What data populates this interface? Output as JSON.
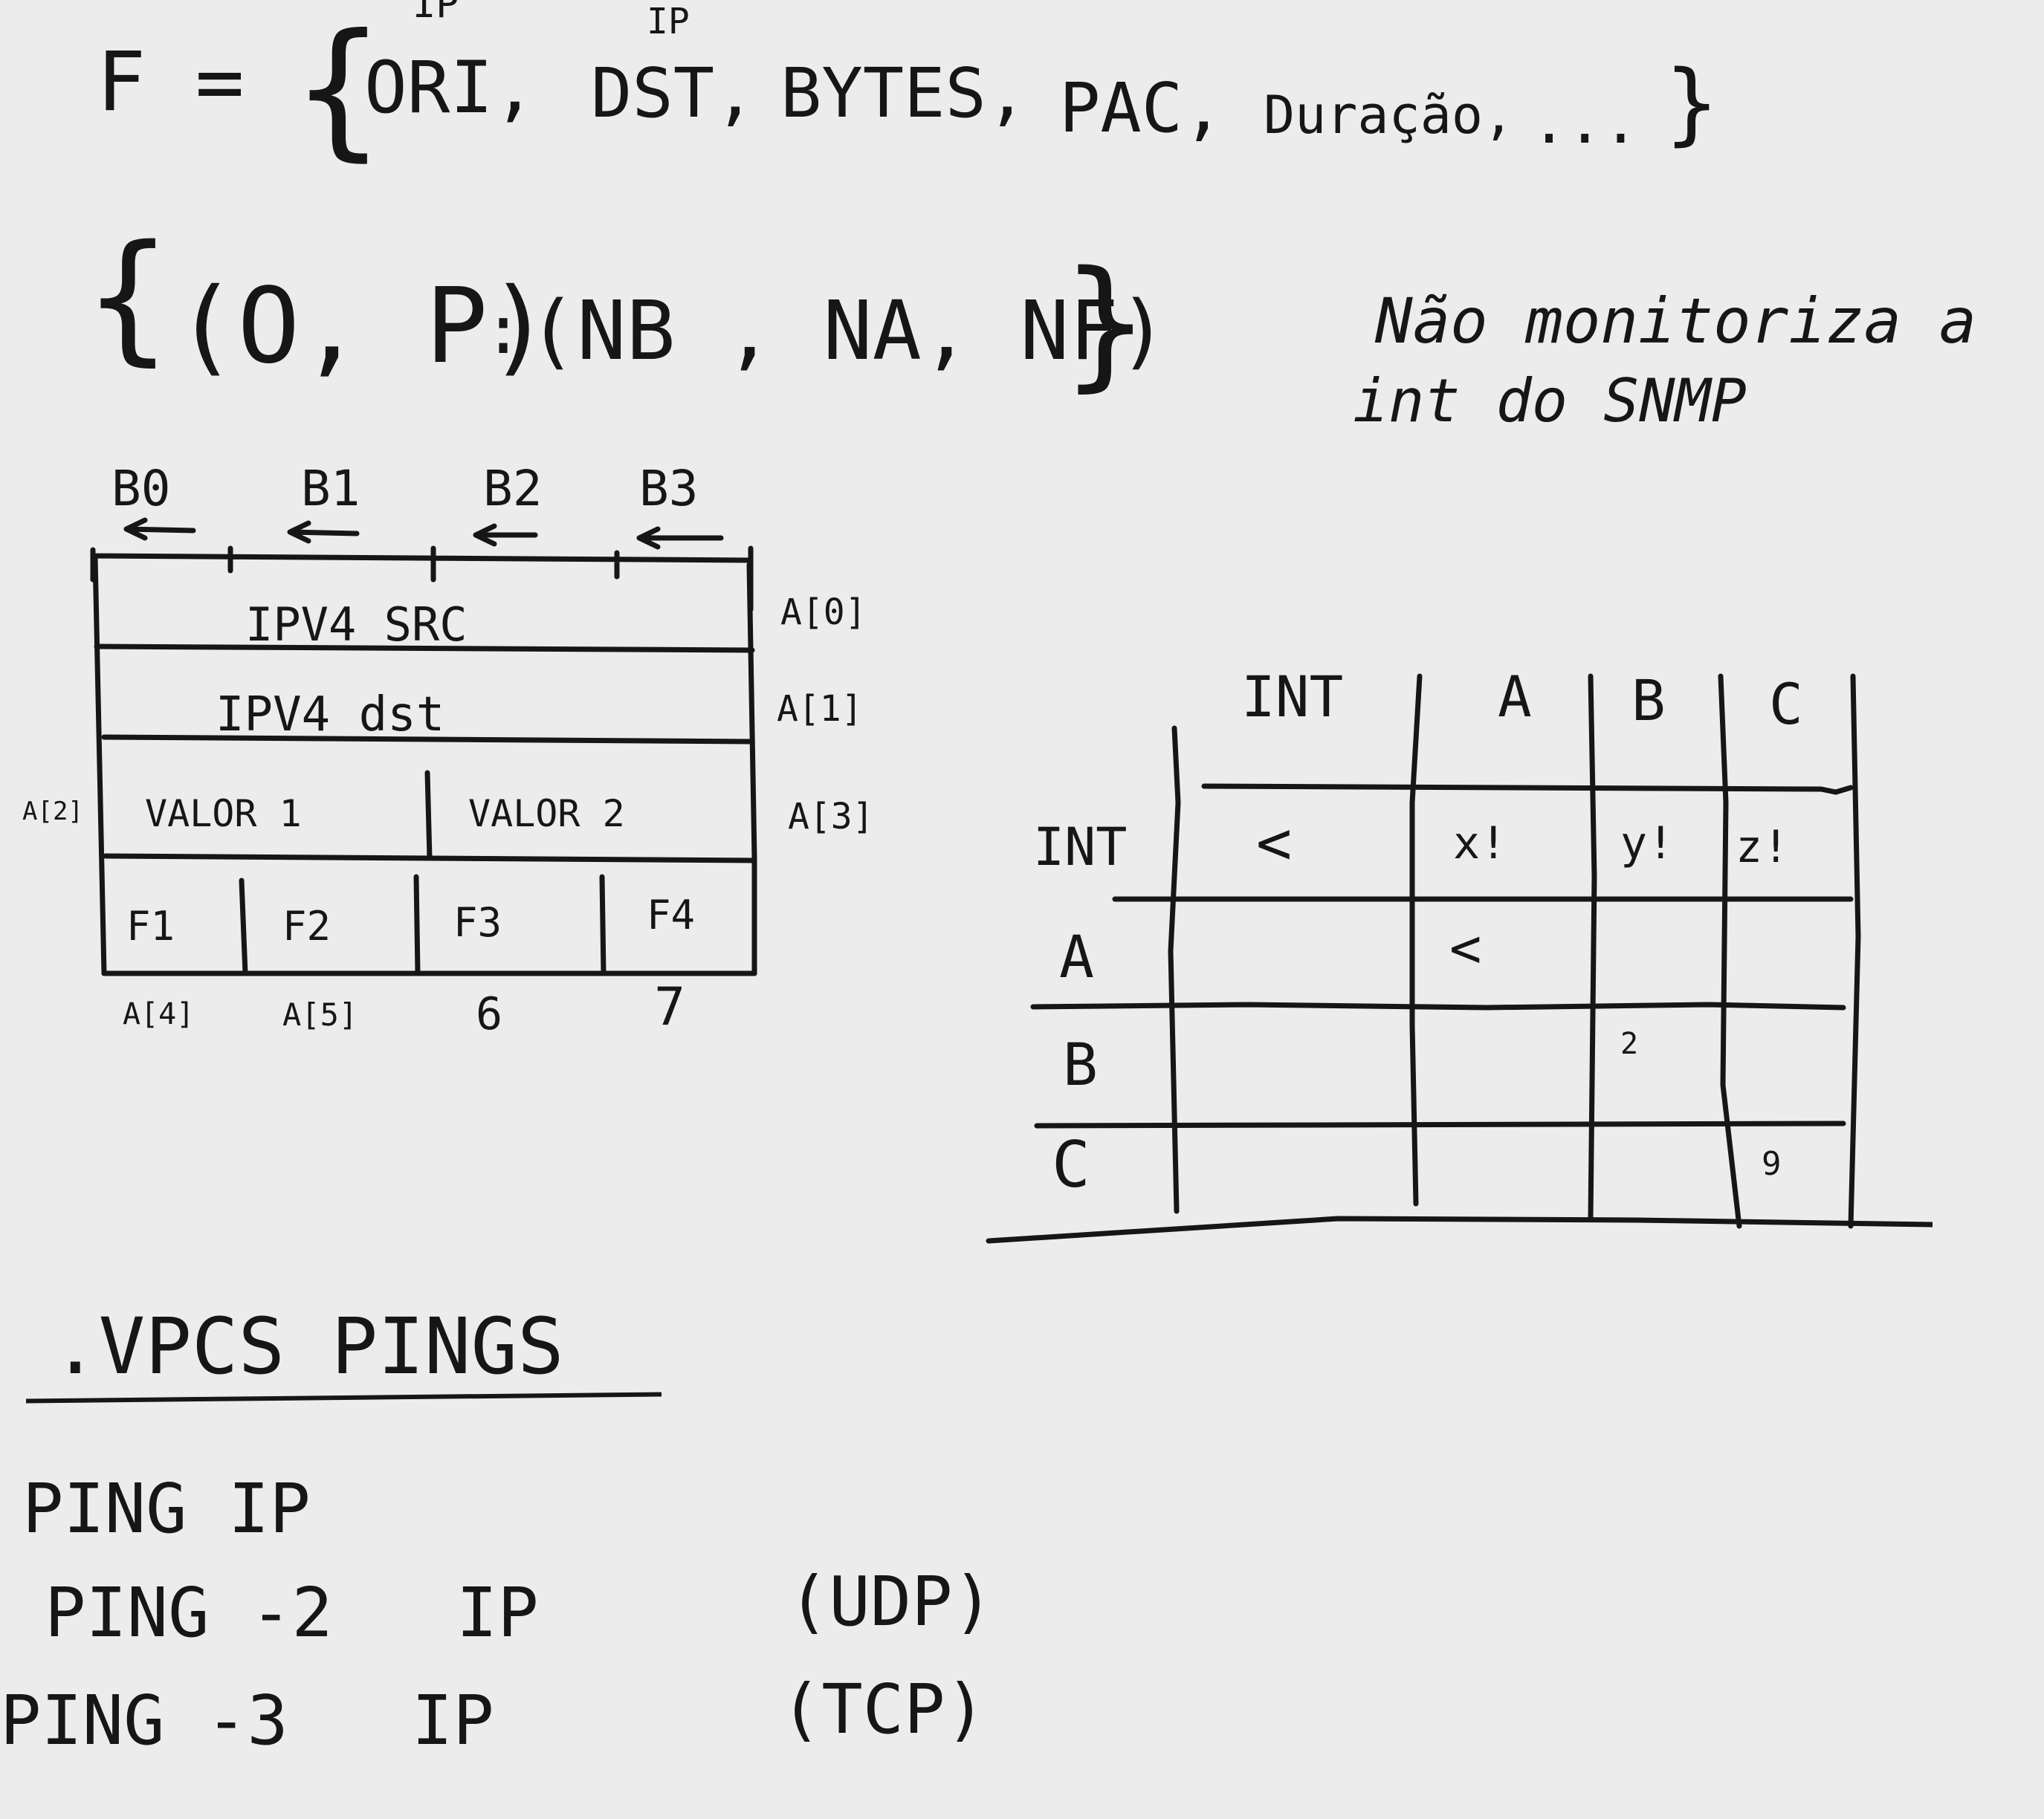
{
  "formula_f": {
    "lhs": "F =",
    "open_brace": "{",
    "ori_label": "IP",
    "ori": "ORI,",
    "dst_label": "IP",
    "dst": "DST,",
    "bytes": "BYTES,",
    "pac": "PAC,",
    "duracao": "Duração,",
    "ellipsis": "...",
    "close_brace": "}"
  },
  "formula_pair": {
    "open_brace": "{",
    "key": "(O, P)",
    "colon": ":",
    "value": "(NB , NA, NF)",
    "close_brace": "}"
  },
  "note": {
    "line1": "Não monitoriza a",
    "line2": "int do SNMP"
  },
  "packet": {
    "byte_labels": [
      "B0",
      "B1",
      "B2",
      "B3"
    ],
    "rows": [
      {
        "cells": [
          "IPV4 SRC"
        ],
        "right_label": "A[0]"
      },
      {
        "cells": [
          "IPV4 dst"
        ],
        "right_label": "A[1]"
      },
      {
        "cells": [
          "VALOR 1",
          "VALOR 2"
        ],
        "left_label": "A[2]",
        "right_label": "A[3]"
      },
      {
        "cells": [
          "F1",
          "F2",
          "F3",
          "F4"
        ]
      }
    ],
    "bottom_labels": [
      "A[4]",
      "A[5]",
      "6",
      "7"
    ]
  },
  "matrix": {
    "col_headers": [
      "INT",
      "A",
      "B",
      "C"
    ],
    "row_headers": [
      "INT",
      "A",
      "B",
      "C"
    ],
    "cells": [
      [
        "<",
        "x!",
        "y!",
        "z!"
      ],
      [
        "",
        "<",
        "",
        ""
      ],
      [
        "",
        "",
        "2",
        ""
      ],
      [
        "",
        "",
        "",
        "9"
      ]
    ]
  },
  "vpcs": {
    "title": ".VPCS PINGS",
    "lines": [
      {
        "cmd": "PING IP",
        "proto": ""
      },
      {
        "cmd": "PING -2   IP",
        "proto": "(UDP)"
      },
      {
        "cmd": "PING -3   IP",
        "proto": "(TCP)"
      }
    ]
  }
}
